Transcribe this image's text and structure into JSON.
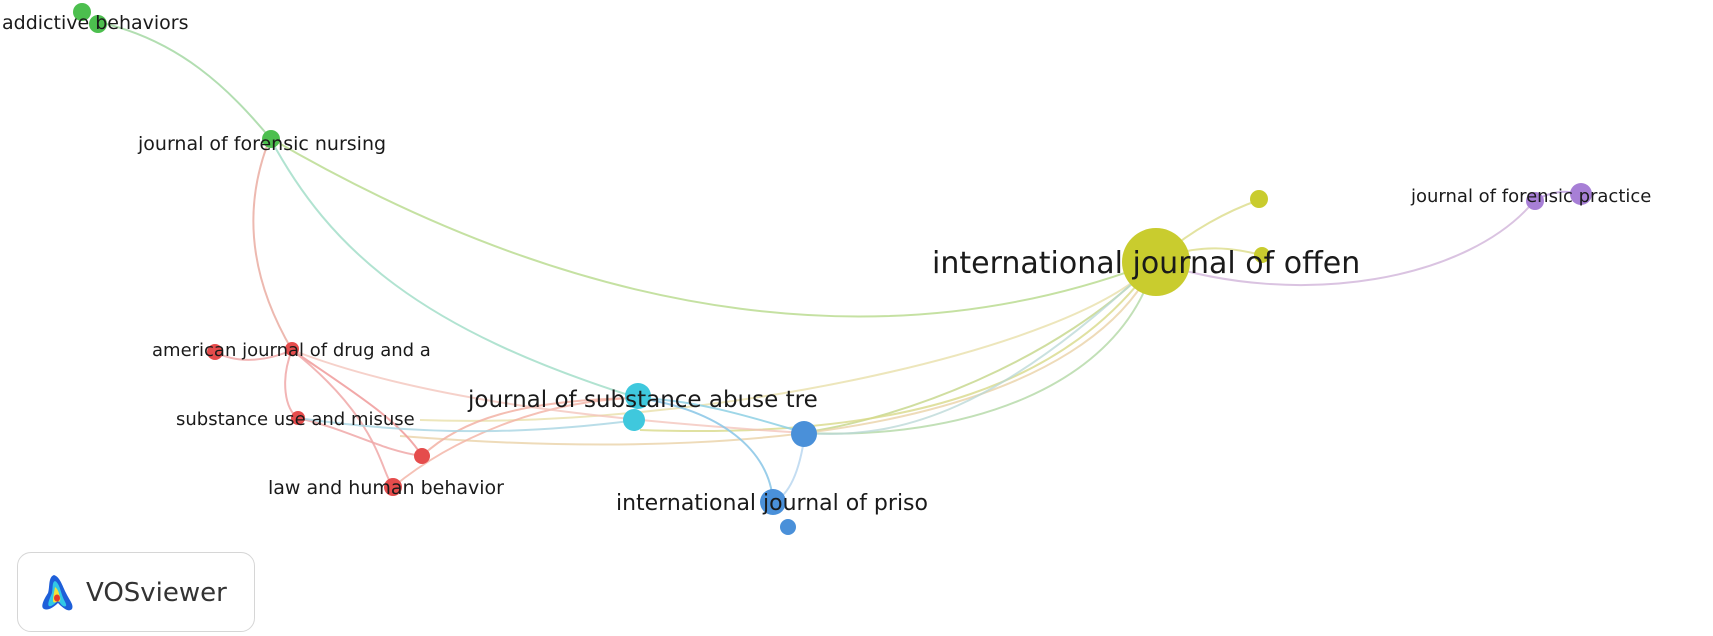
{
  "network": {
    "nodes": [
      {
        "id": "addictive",
        "label": "addictive behaviors",
        "cluster": "green"
      },
      {
        "id": "addictive_b",
        "label": "",
        "cluster": "green"
      },
      {
        "id": "forensic_nursing",
        "label": "journal of forensic nursing",
        "cluster": "green"
      },
      {
        "id": "ijoffen",
        "label": "international journal of offen",
        "cluster": "yellow"
      },
      {
        "id": "yellow_a",
        "label": "",
        "cluster": "yellow"
      },
      {
        "id": "yellow_b",
        "label": "",
        "cluster": "yellow"
      },
      {
        "id": "forensic_practice",
        "label": "journal of forensic practice",
        "cluster": "purple"
      },
      {
        "id": "forensic_practice_b",
        "label": "",
        "cluster": "purple"
      },
      {
        "id": "american_drug",
        "label": "american journal of drug and a",
        "cluster": "red"
      },
      {
        "id": "red_a",
        "label": "",
        "cluster": "red"
      },
      {
        "id": "substance_misuse",
        "label": "substance use and misuse",
        "cluster": "red"
      },
      {
        "id": "red_b",
        "label": "",
        "cluster": "red"
      },
      {
        "id": "law_human",
        "label": "law and human behavior",
        "cluster": "red"
      },
      {
        "id": "substance_abuse_tre",
        "label": "journal of substance abuse tre",
        "cluster": "cyan"
      },
      {
        "id": "cyan_b",
        "label": "",
        "cluster": "cyan"
      },
      {
        "id": "blue_a",
        "label": "",
        "cluster": "blue"
      },
      {
        "id": "ijpriso",
        "label": "international journal of priso",
        "cluster": "blue"
      },
      {
        "id": "blue_b",
        "label": "",
        "cluster": "blue"
      }
    ],
    "cluster_colors": {
      "green": "#4cbf4e",
      "yellow": "#c9cc2e",
      "purple": "#a77fd6",
      "red": "#e54c4c",
      "cyan": "#3fc8dd",
      "blue": "#4a90d9"
    }
  },
  "logo": {
    "text": "VOSviewer",
    "icon": "vosviewer-logo-icon"
  }
}
